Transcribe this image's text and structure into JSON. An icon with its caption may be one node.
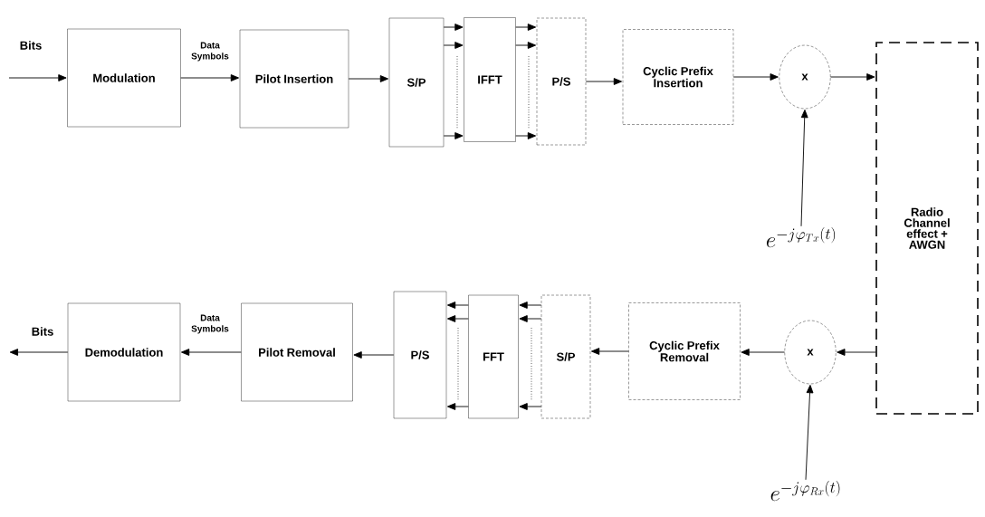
{
  "diagram": {
    "nodes": [
      {
        "text": [
          "Modulation"
        ]
      },
      {
        "text": [
          "Pilot Insertion"
        ]
      },
      {
        "text": [
          "S/P"
        ]
      },
      {
        "text": [
          "IFFT"
        ]
      },
      {
        "text": [
          "P/S"
        ]
      },
      {
        "text": [
          "Cyclic Prefix Insertion"
        ]
      },
      {
        "text": [
          "x"
        ]
      },
      {
        "text": [
          "e^{-j\\varphi_{Tx}(t)}"
        ]
      },
      {
        "text": [
          "Radio Channel effect + AWGN"
        ]
      },
      {
        "text": [
          "x"
        ]
      },
      {
        "text": [
          "e^{-j\\varphi_{Rx}(t)}"
        ]
      },
      {
        "text": [
          "Cyclic Prefix Removal"
        ]
      },
      {
        "text": [
          "S/P"
        ]
      },
      {
        "text": [
          "FFT"
        ]
      },
      {
        "text": [
          "P/S"
        ]
      },
      {
        "text": [
          "Pilot Removal"
        ]
      },
      {
        "text": [
          "Demodulation"
        ]
      }
    ],
    "edges": [
      {
        "from": null,
        "to": 0,
        "arrow": "to",
        "label": "Bits"
      },
      {
        "from": 0,
        "to": 1,
        "arrow": "to",
        "label": "Data Symbols"
      },
      {
        "from": 1,
        "to": 2,
        "arrow": "to"
      },
      {
        "from": 2,
        "to": 3,
        "arrow": "to"
      },
      {
        "from": 2,
        "to": 3,
        "arrow": "to"
      },
      {
        "from": 2,
        "to": 3,
        "arrow": "to"
      },
      {
        "from": 3,
        "to": 4,
        "arrow": "to"
      },
      {
        "from": 3,
        "to": 4,
        "arrow": "to"
      },
      {
        "from": 3,
        "to": 4,
        "arrow": "to"
      },
      {
        "from": 4,
        "to": 5,
        "arrow": "to"
      },
      {
        "from": 5,
        "to": 6,
        "arrow": "to"
      },
      {
        "from": 7,
        "to": 6,
        "arrow": "to"
      },
      {
        "from": 6,
        "to": 8,
        "arrow": "to"
      },
      {
        "from": 8,
        "to": 9,
        "arrow": "to"
      },
      {
        "from": 10,
        "to": 9,
        "arrow": "to"
      },
      {
        "from": 9,
        "to": 11,
        "arrow": "to"
      },
      {
        "from": 11,
        "to": 12,
        "arrow": "to"
      },
      {
        "from": 12,
        "to": 13,
        "arrow": "to"
      },
      {
        "from": 12,
        "to": 13,
        "arrow": "to"
      },
      {
        "from": 12,
        "to": 13,
        "arrow": "to"
      },
      {
        "from": 13,
        "to": 14,
        "arrow": "to"
      },
      {
        "from": 13,
        "to": 14,
        "arrow": "to"
      },
      {
        "from": 13,
        "to": 14,
        "arrow": "to"
      },
      {
        "from": 14,
        "to": 15,
        "arrow": "to"
      },
      {
        "from": 15,
        "to": 16,
        "arrow": "to",
        "label": "Data Symbols"
      },
      {
        "from": 16,
        "to": null,
        "arrow": "to",
        "label": "Bits"
      }
    ]
  }
}
